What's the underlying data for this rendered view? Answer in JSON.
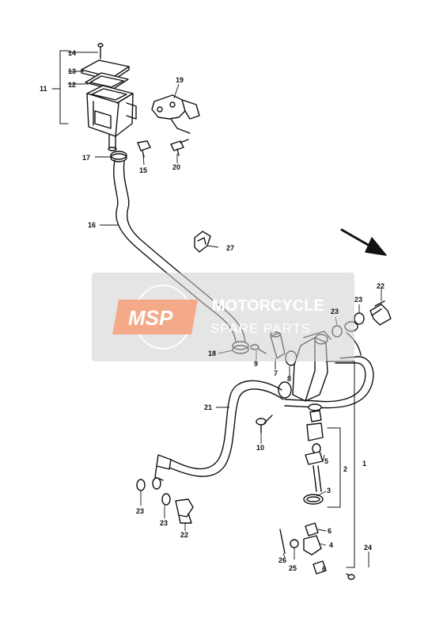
{
  "diagram": {
    "labels": {
      "p1": "1",
      "p2": "2",
      "p3": "3",
      "p4": "4",
      "p5": "5",
      "p6a": "6",
      "p6b": "6",
      "p7": "7",
      "p8": "8",
      "p9": "9",
      "p10": "10",
      "p11": "11",
      "p12": "12",
      "p13": "13",
      "p14": "14",
      "p15": "15",
      "p16": "16",
      "p17": "17",
      "p18": "18",
      "p19": "19",
      "p20": "20",
      "p21": "21",
      "p22a": "22",
      "p22b": "22",
      "p23a": "23",
      "p23b": "23",
      "p23c": "23",
      "p23d": "23",
      "p24": "24",
      "p25": "25",
      "p26": "26",
      "p27": "27"
    }
  },
  "watermark": {
    "logo": "MSP",
    "line1": "MOTORCYCLE",
    "line2": "SPARE PARTS",
    "accent_color": "#f5a37e",
    "bg_color": "#cfcfcf"
  }
}
